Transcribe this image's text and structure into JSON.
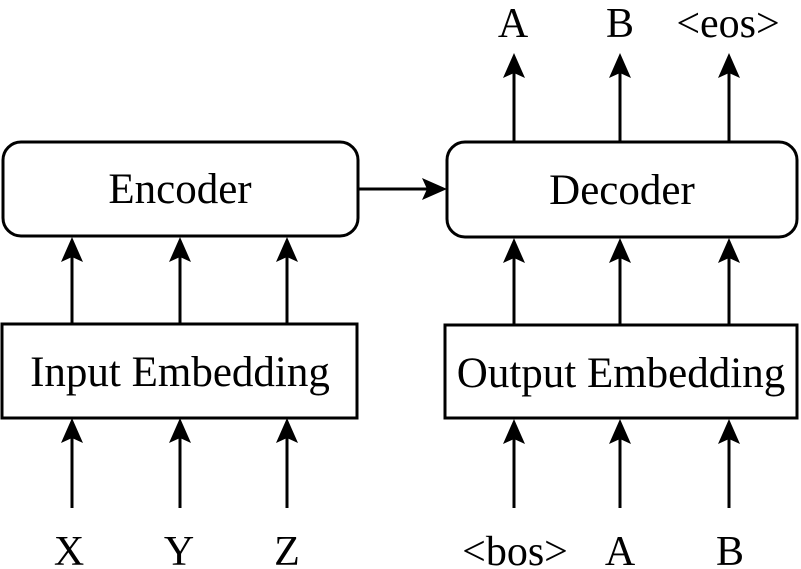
{
  "boxes": {
    "encoder": "Encoder",
    "decoder": "Decoder",
    "input_embedding": "Input Embedding",
    "output_embedding": "Output Embedding"
  },
  "tokens": {
    "encoder_inputs": [
      "X",
      "Y",
      "Z"
    ],
    "decoder_inputs": [
      "<bos>",
      "A",
      "B"
    ],
    "decoder_outputs": [
      "A",
      "B",
      "<eos>"
    ]
  },
  "colors": {
    "stroke": "#000000",
    "box_fill": "#ffffff",
    "background": "#ffffff"
  }
}
